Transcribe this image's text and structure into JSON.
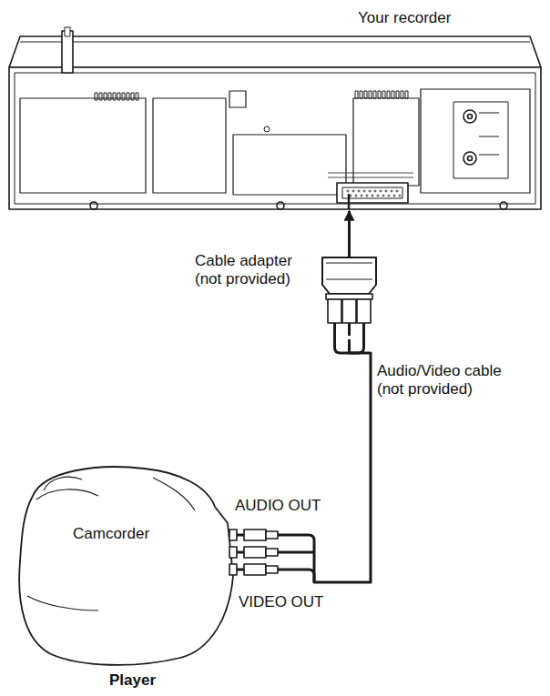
{
  "diagram": {
    "nodes": [
      {
        "text": [
          "Your recorder"
        ]
      },
      {
        "text": [
          "Cable adapter (not provided)"
        ]
      },
      {
        "text": [
          "Camcorder",
          "Player"
        ]
      }
    ],
    "edges": [
      {
        "from": 1,
        "to": 0,
        "arrow": "to"
      },
      {
        "from": 1,
        "to": 2,
        "arrow": "none",
        "label": "Audio/Video cable (not provided)"
      }
    ],
    "labels": [
      "AUDIO OUT",
      "VIDEO OUT"
    ]
  }
}
